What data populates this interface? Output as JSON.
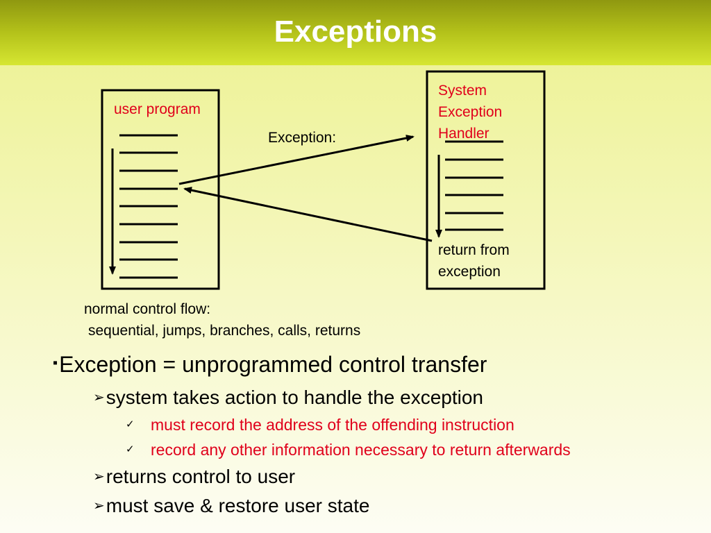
{
  "slide": {
    "title": "Exceptions"
  },
  "diagram": {
    "user_program_label": "user program",
    "exception_label": "Exception:",
    "handler_label_lines": [
      "System",
      "Exception",
      "Handler"
    ],
    "return_label_lines": [
      "return from",
      "exception"
    ],
    "normal_flow_lines": [
      "normal control flow:",
      "sequential, jumps, branches, calls, returns"
    ]
  },
  "bullets": {
    "main": {
      "marker": "▪",
      "text": "Exception = unprogrammed control transfer"
    },
    "items": [
      {
        "marker": "➢",
        "text": "system takes action to handle the exception",
        "subitems": [
          {
            "marker": "✓",
            "text": "must record the address of the offending instruction"
          },
          {
            "marker": "✓",
            "text": "record any other information necessary to return afterwards"
          }
        ]
      },
      {
        "marker": "➢",
        "text": "returns control to user"
      },
      {
        "marker": "➢",
        "text": "must save & restore user state"
      }
    ]
  },
  "colors": {
    "accent_red": "#e0001b",
    "title_bar": "#b4c21a"
  }
}
